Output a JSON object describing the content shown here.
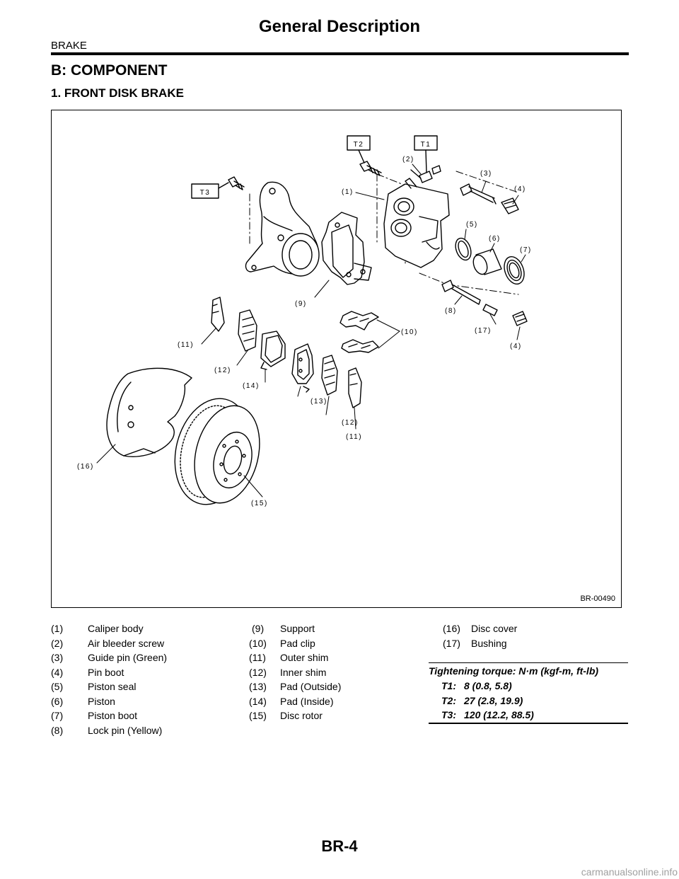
{
  "header": {
    "title": "General Description",
    "section": "BRAKE"
  },
  "section_title": "B:  COMPONENT",
  "subsection_title": "1.  FRONT DISK BRAKE",
  "figure": {
    "id": "BR-00490",
    "torque_tags": [
      "T1",
      "T2",
      "T3"
    ],
    "callouts": [
      "(1)",
      "(2)",
      "(3)",
      "(4)",
      "(5)",
      "(6)",
      "(7)",
      "(8)",
      "(9)",
      "(10)",
      "(11)",
      "(12)",
      "(13)",
      "(14)",
      "(15)",
      "(16)",
      "(17)"
    ]
  },
  "legend": {
    "col1": [
      {
        "num": "(1)",
        "name": "Caliper body"
      },
      {
        "num": "(2)",
        "name": "Air bleeder screw"
      },
      {
        "num": "(3)",
        "name": "Guide pin (Green)"
      },
      {
        "num": "(4)",
        "name": "Pin boot"
      },
      {
        "num": "(5)",
        "name": "Piston seal"
      },
      {
        "num": "(6)",
        "name": "Piston"
      },
      {
        "num": "(7)",
        "name": "Piston boot"
      },
      {
        "num": "(8)",
        "name": "Lock pin (Yellow)"
      }
    ],
    "col2": [
      {
        "num": "(9)",
        "name": "Support"
      },
      {
        "num": "(10)",
        "name": "Pad clip"
      },
      {
        "num": "(11)",
        "name": "Outer shim"
      },
      {
        "num": "(12)",
        "name": "Inner shim"
      },
      {
        "num": "(13)",
        "name": "Pad (Outside)"
      },
      {
        "num": "(14)",
        "name": "Pad (Inside)"
      },
      {
        "num": "(15)",
        "name": "Disc rotor"
      }
    ],
    "col3": [
      {
        "num": "(16)",
        "name": "Disc cover"
      },
      {
        "num": "(17)",
        "name": "Bushing"
      }
    ]
  },
  "torque": {
    "heading": "Tightening torque: N·m (kgf-m, ft-lb)",
    "items": [
      {
        "key": "T1:",
        "value": "8 (0.8, 5.8)"
      },
      {
        "key": "T2:",
        "value": "27 (2.8, 19.9)"
      },
      {
        "key": "T3:",
        "value": "120 (12.2, 88.5)"
      }
    ]
  },
  "footer": {
    "page": "BR-4",
    "watermark": "carmanualsonline.info"
  }
}
